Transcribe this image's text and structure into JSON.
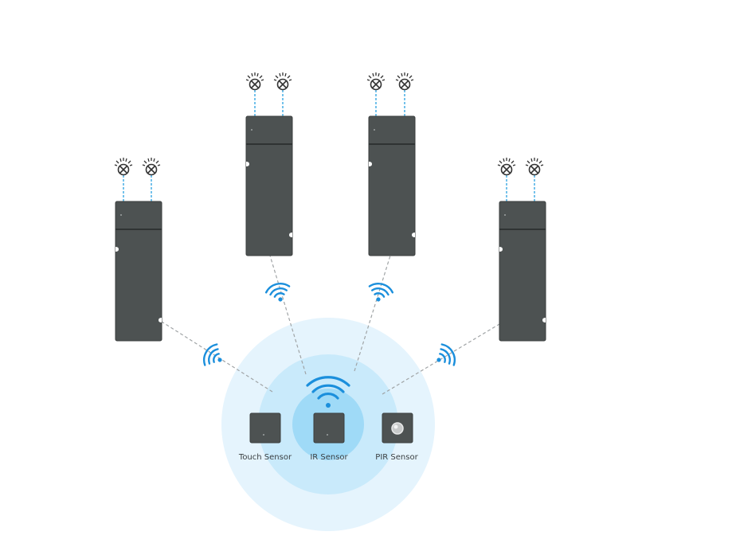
{
  "diagram": {
    "controllers": [
      {
        "id": "controller-1",
        "lamps": 2
      },
      {
        "id": "controller-2",
        "lamps": 2
      },
      {
        "id": "controller-3",
        "lamps": 2
      },
      {
        "id": "controller-4",
        "lamps": 2
      }
    ],
    "sensors": [
      {
        "id": "touch",
        "label": "Touch Sensor"
      },
      {
        "id": "ir",
        "label": "IR Sensor"
      },
      {
        "id": "pir",
        "label": "PIR Sensor"
      }
    ],
    "colors": {
      "device": "#4d5252",
      "device_stroke": "#3a3e3e",
      "wifi": "#1b8fdc",
      "link_line": "#a0a4a6",
      "lamp_wire": "#2aa0e0",
      "ring_outer": "#e5f4fd",
      "ring_mid": "#c9eafb",
      "ring_inner": "#9fdaf7"
    }
  }
}
